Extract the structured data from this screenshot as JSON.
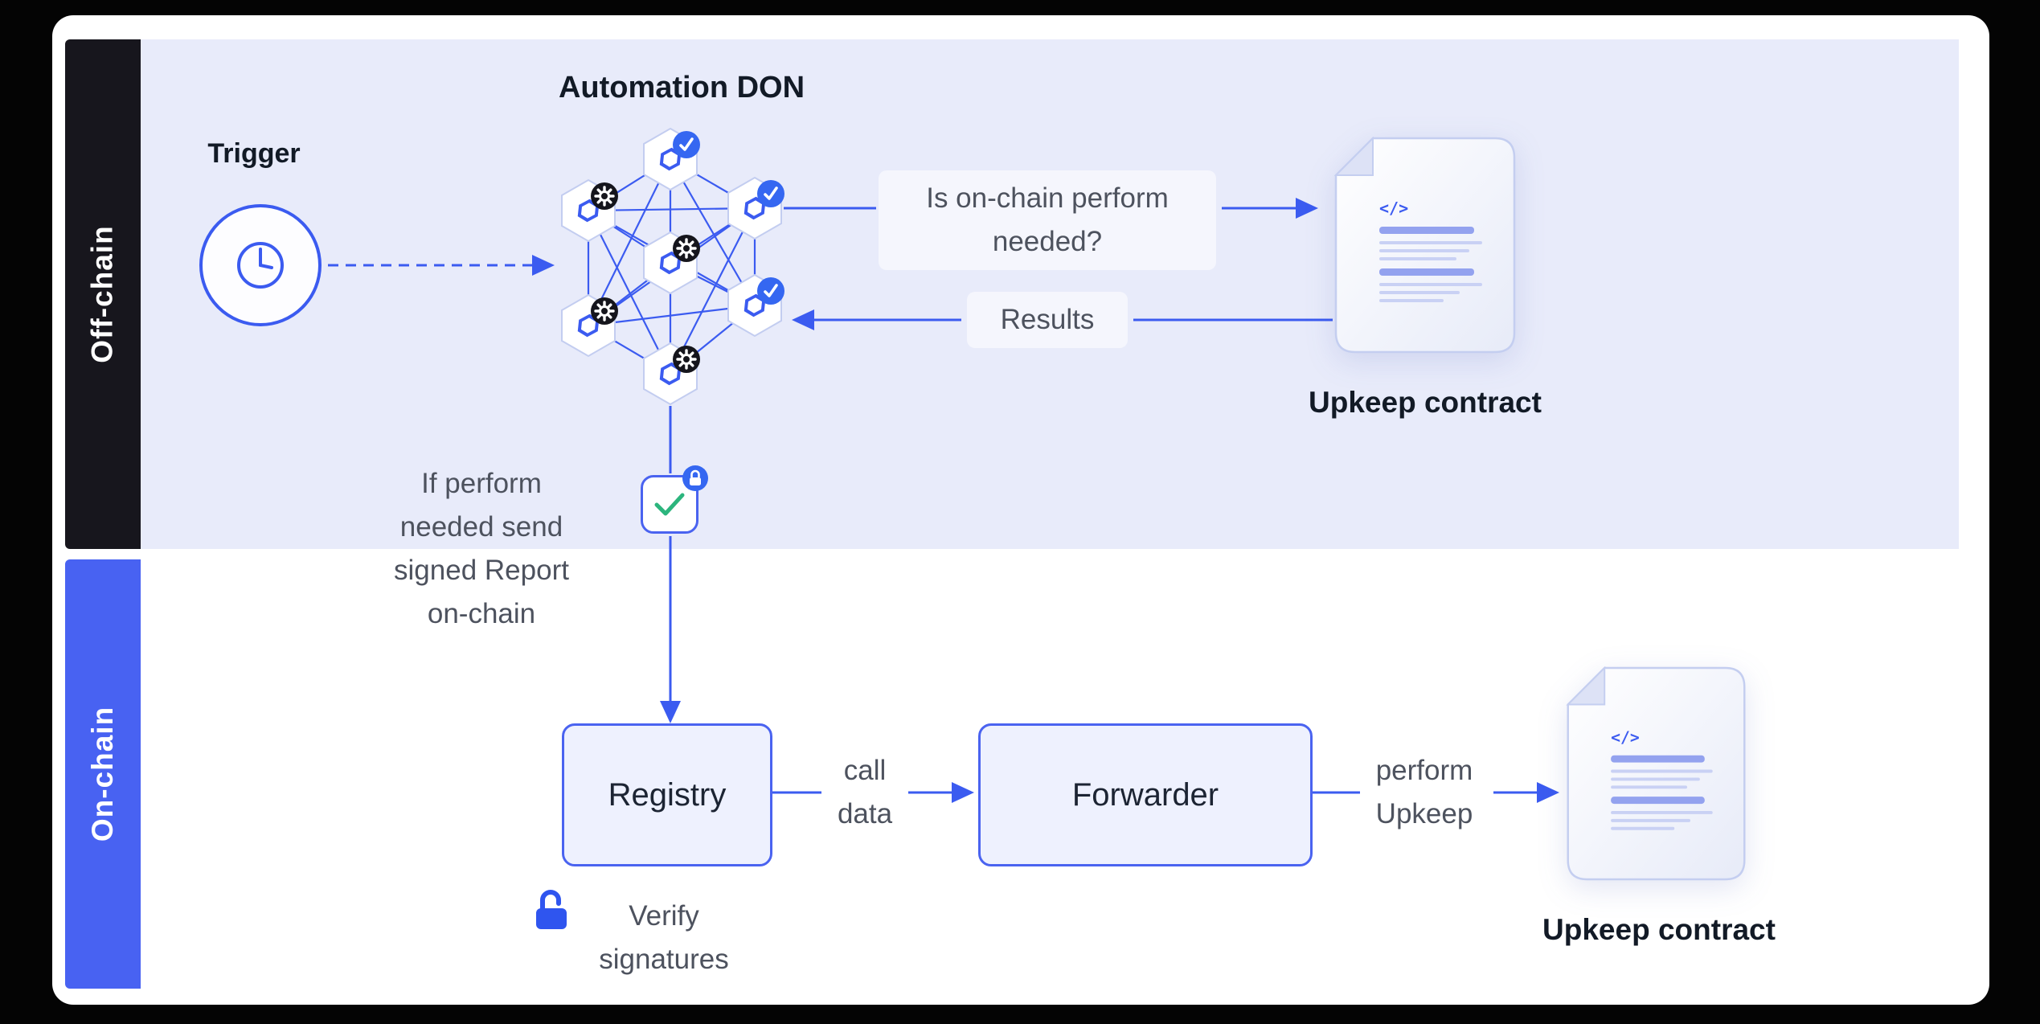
{
  "colors": {
    "accent_blue": "#3b5bf0",
    "band_dark": "#17161d",
    "band_blue": "#4862f2",
    "offchain_bg": "#e8ebfa",
    "node_fill": "#eef1fe",
    "check_green": "#2cb57d",
    "badge_black": "#15151c"
  },
  "bands": {
    "offchain_label": "Off-chain",
    "onchain_label": "On-chain"
  },
  "offchain": {
    "don_title": "Automation DON",
    "trigger_label": "Trigger",
    "question_text": "Is on-chain perform needed?",
    "results_label": "Results",
    "upkeep_contract_label": "Upkeep contract",
    "report_note": "If perform needed send signed Report on-chain"
  },
  "onchain": {
    "registry_label": "Registry",
    "call_data_label": "call data",
    "forwarder_label": "Forwarder",
    "perform_upkeep_label": "perform Upkeep",
    "upkeep_contract_label": "Upkeep contract",
    "verify_signatures_label": "Verify signatures"
  },
  "icons": {
    "doc_code_glyph": "</>"
  }
}
